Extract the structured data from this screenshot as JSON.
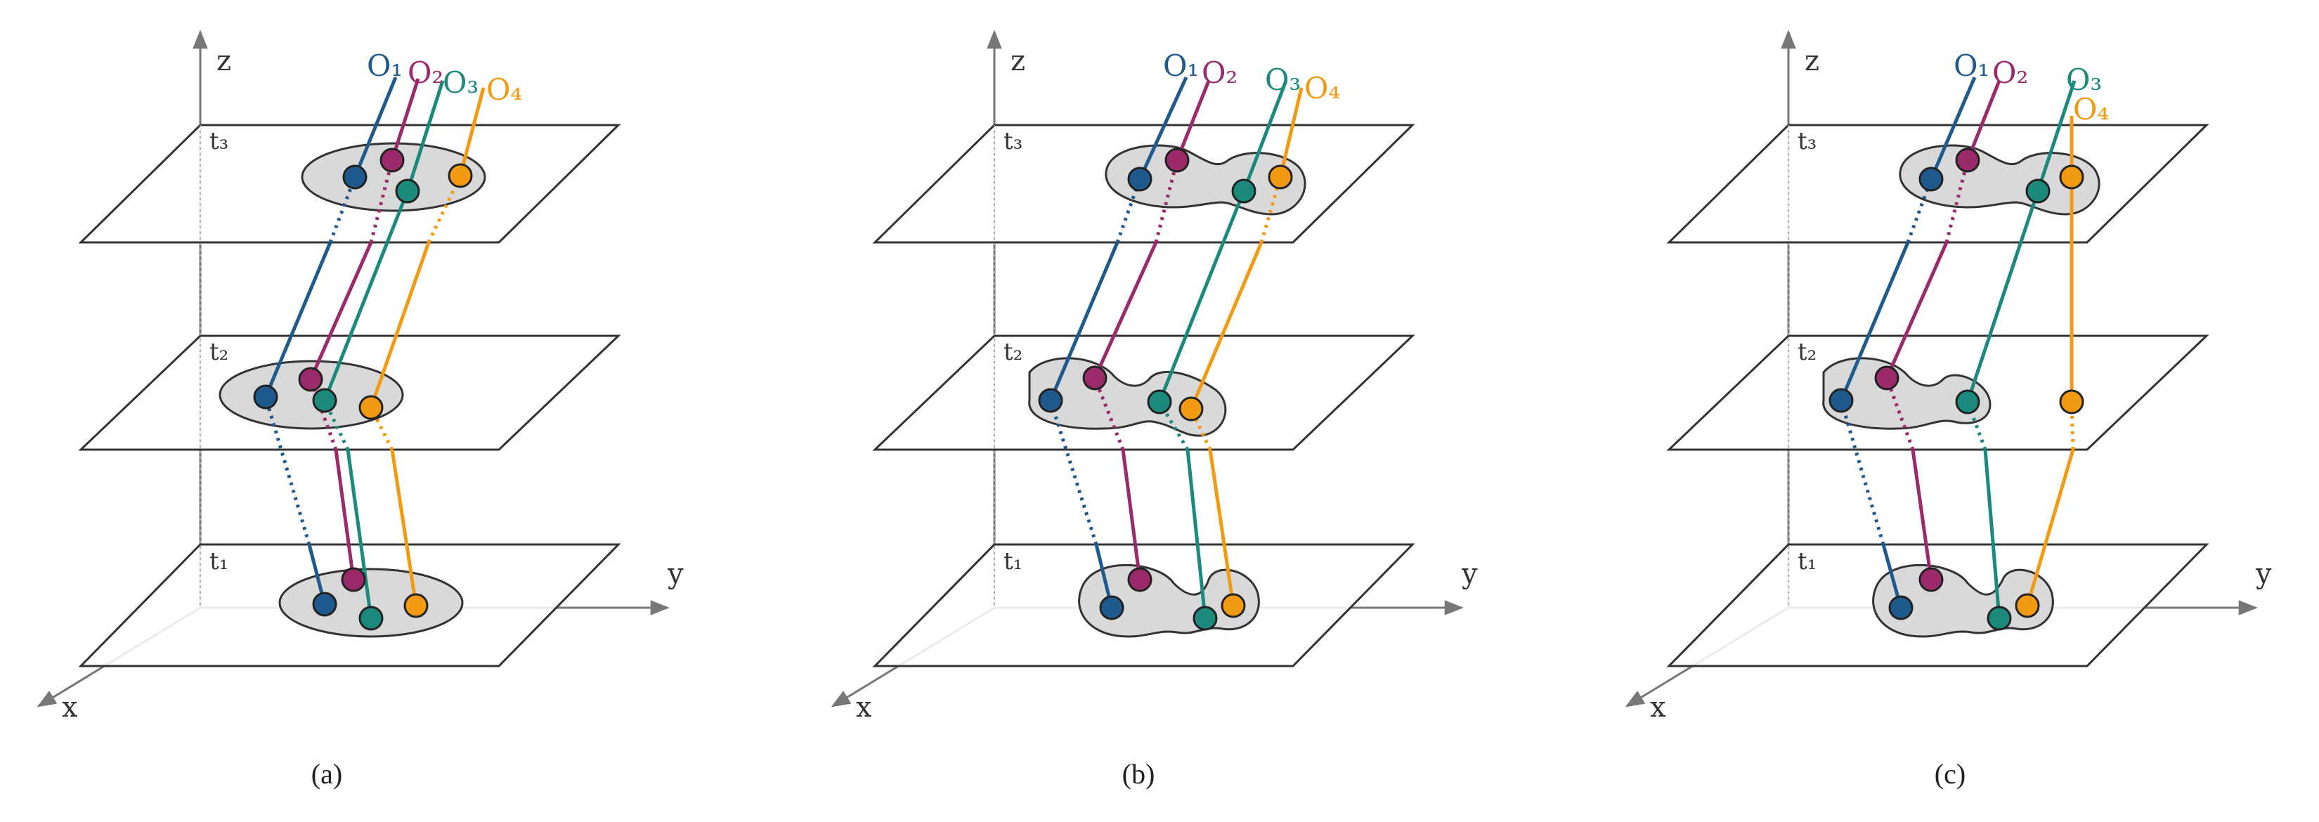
{
  "colors": {
    "o1": "#1f5a8f",
    "o2": "#9b2a6a",
    "o3": "#1b8a7d",
    "o4": "#f29a12",
    "cluster_fill": "#d9d9d9",
    "axis": "#777777",
    "plane": "#333333"
  },
  "axes": {
    "x": "x",
    "y": "y",
    "z": "z"
  },
  "times": {
    "t1": "t₁",
    "t2": "t₂",
    "t3": "t₃"
  },
  "objects": [
    {
      "id": "o1",
      "label": "O₁"
    },
    {
      "id": "o2",
      "label": "O₂"
    },
    {
      "id": "o3",
      "label": "O₃"
    },
    {
      "id": "o4",
      "label": "O₄"
    }
  ],
  "panels": [
    {
      "caption": "(a)"
    },
    {
      "caption": "(b)"
    },
    {
      "caption": "(c)"
    }
  ]
}
